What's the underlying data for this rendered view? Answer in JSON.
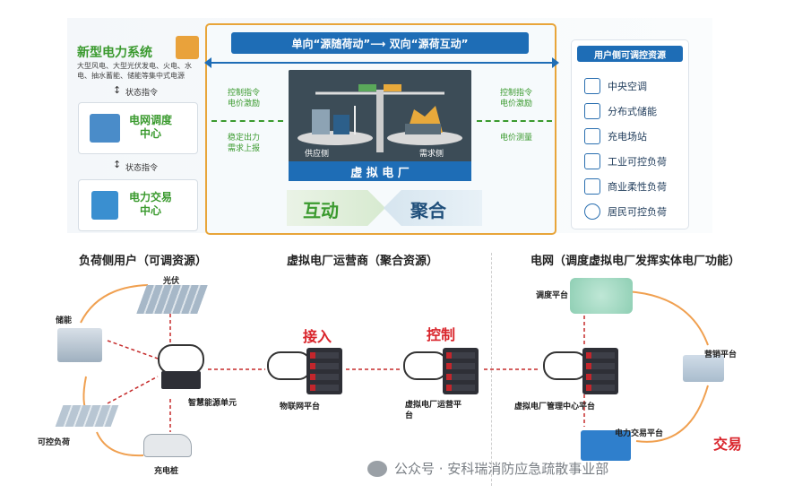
{
  "top": {
    "banner": "单向“源随荷动”⟶ 双向“源荷互动”",
    "vpp_label": "虚 拟 电 厂",
    "supply_side": "供应侧",
    "demand_side": "需求侧",
    "interact": "互动",
    "aggregate": "聚合",
    "left_arrows": {
      "a1": "控制指令",
      "a2": "电价激励",
      "a3": "稳定出力",
      "a4": "需求上报"
    },
    "right_arrows": {
      "a1": "控制指令",
      "a2": "电价激励",
      "a3": "电价测量"
    }
  },
  "left_panel": {
    "title": "新型电力系统",
    "desc": "大型风电、大型光伏发电、火电、水电、抽水蓄能、储能等集中式电源",
    "status1": "状态指令",
    "dispatch": "电网调度\n中心",
    "status2": "状态指令",
    "trade": "电力交易\n中心"
  },
  "right_panel": {
    "title": "用户侧可调控资源",
    "items": [
      "中央空调",
      "分布式储能",
      "充电场站",
      "工业可控负荷",
      "商业柔性负荷",
      "居民可控负荷"
    ]
  },
  "bottom": {
    "h1": "负荷侧用户（可调资源）",
    "h2": "虚拟电厂运营商（聚合资源）",
    "h3": "电网（调度虚拟电厂发挥实体电厂功能）",
    "pv": "光伏",
    "storage": "储能",
    "controllable": "可控负荷",
    "charger": "充电桩",
    "smart_unit": "智慧能源单元",
    "iot": "物联网平台",
    "access": "接入",
    "control": "控制",
    "operator": "虚拟电厂运营平台",
    "mgmt": "虚拟电厂管理中心平台",
    "dispatch_platform": "调度平台",
    "marketing": "营销平台",
    "trading_platform": "电力交易平台",
    "trade": "交易"
  },
  "watermark": "公众号 · 安科瑞消防应急疏散事业部"
}
